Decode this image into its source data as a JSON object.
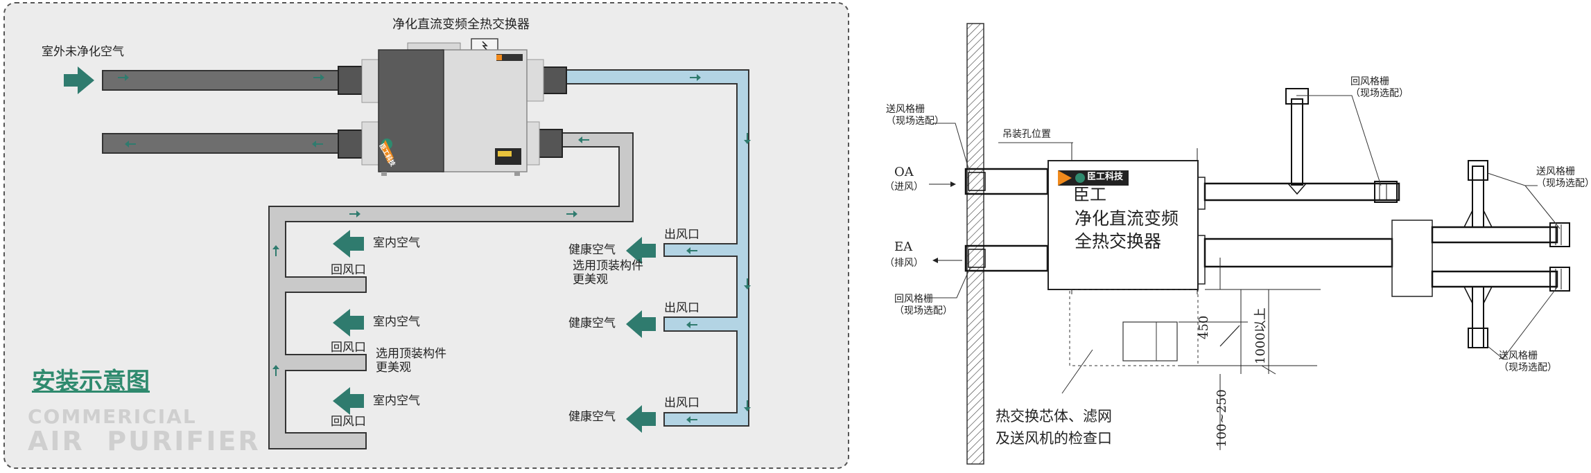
{
  "left_panel": {
    "unit_title": "净化直流变频全热交换器",
    "outdoor_air": "室外未净化空气",
    "indoor_air": "室内空气",
    "return_vent": "回风口",
    "supply_vent": "出风口",
    "healthy_air": "健康空气",
    "ceiling_note": "选用顶装构件\n更美观",
    "diagram_title": "安装示意图",
    "watermark_line1": "COMMERICIAL",
    "watermark_line2": "AIR  PURIFIER",
    "brand_logo": "臣工科技",
    "colors": {
      "supply_duct": "#b3d4e4",
      "return_duct": "#c9c9c9",
      "exhaust_duct": "#707070",
      "arrow": "#2f7b6e",
      "title": "#2f8a6e",
      "panel_bg": "#ececec"
    }
  },
  "right_panel": {
    "supply_grille_left": "送风格栅\n（现场选配）",
    "hanger_hole": "吊装孔位置",
    "oa": "OA",
    "oa_cn": "（进风）",
    "ea": "EA",
    "ea_cn": "（排风）",
    "return_grille_left": "回风格栅\n（现场选配）",
    "unit_brand": "臣工",
    "unit_name": "净化直流变频\n全热交换器",
    "logo": "臣工科技",
    "return_grille_top": "回风格栅\n（现场选配）",
    "supply_grille_right_top": "送风格栅\n（现场选配）",
    "supply_grille_right_bottom": "送风格栅\n（现场选配）",
    "dim_450": "450",
    "dim_1000": "1000以上",
    "dim_100_250": "100~250",
    "inspection_note": "热交换芯体、滤网\n及送风机的检查口"
  }
}
